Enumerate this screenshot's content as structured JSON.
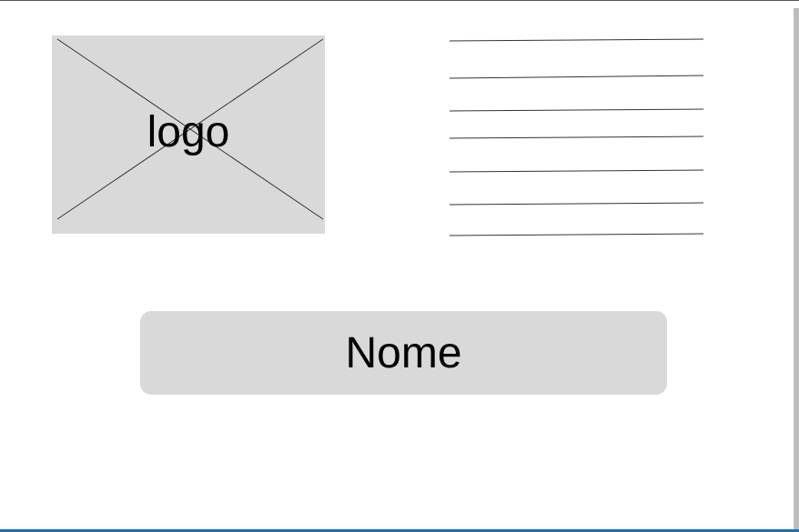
{
  "logo": {
    "label": "logo",
    "icon": "image-placeholder-icon"
  },
  "name_button": {
    "label": "Nome"
  },
  "colors": {
    "placeholder_fill": "#d9d9d9",
    "line_stroke": "#333333",
    "background": "#ffffff",
    "bottom_bar": "#1f6fb2",
    "scrollbar": "#bdbdbd"
  },
  "text_lines": {
    "count": 7
  }
}
